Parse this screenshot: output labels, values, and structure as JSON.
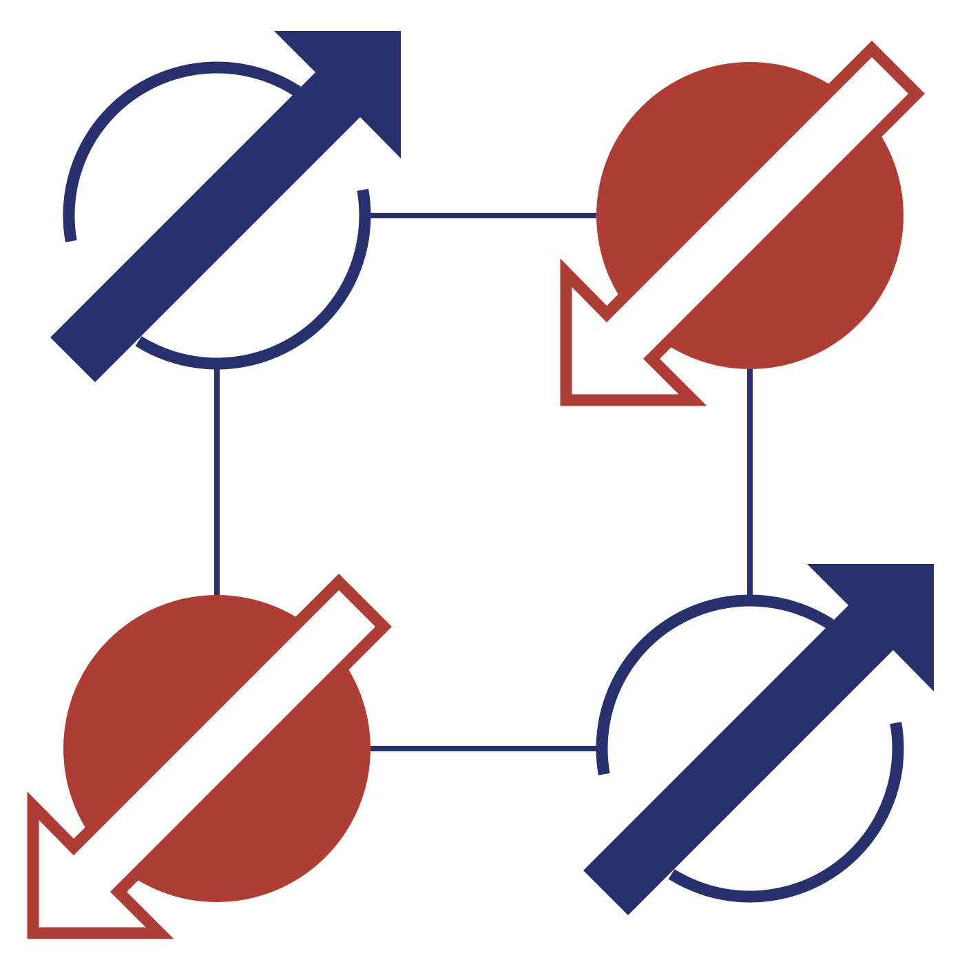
{
  "colors": {
    "navy": "#28306e",
    "red": "#ad3d35",
    "background": "#ffffff"
  },
  "nodes": [
    {
      "id": "top-left",
      "style": "ring",
      "arrow": "up-right",
      "color": "navy"
    },
    {
      "id": "top-right",
      "style": "filled",
      "arrow": "down-left",
      "color": "red"
    },
    {
      "id": "bottom-left",
      "style": "filled",
      "arrow": "down-left",
      "color": "red"
    },
    {
      "id": "bottom-right",
      "style": "ring",
      "arrow": "up-right",
      "color": "navy"
    }
  ],
  "icons": [
    "blue-arrow-icon",
    "red-arrow-icon"
  ]
}
